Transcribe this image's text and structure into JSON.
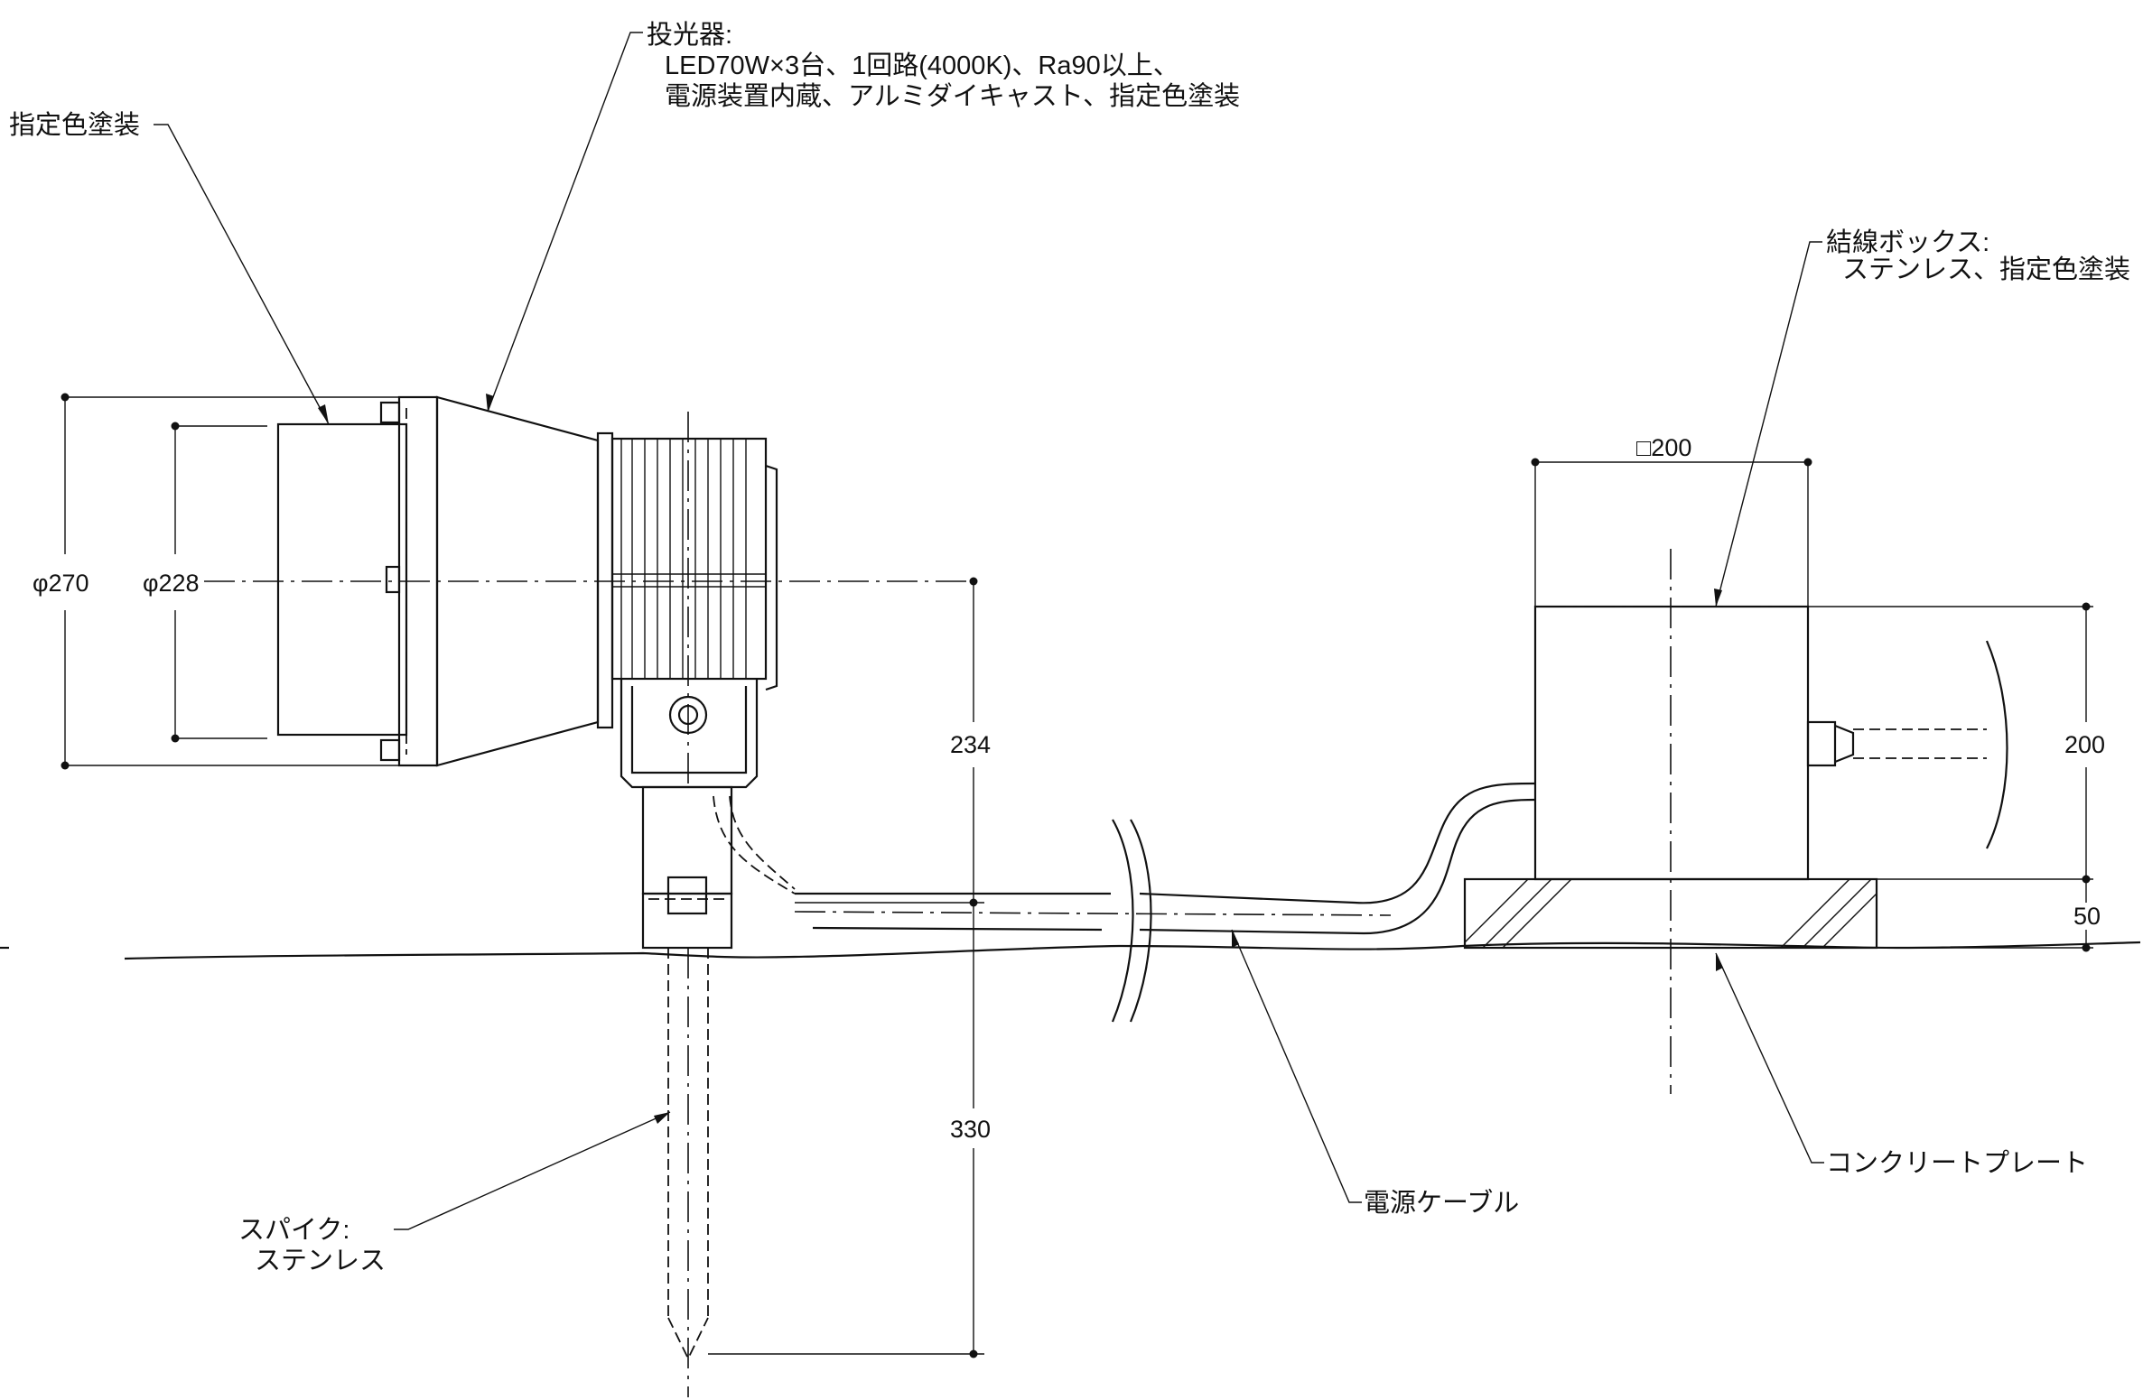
{
  "labels": {
    "paint_left": "指定色塗装",
    "floodlight_title": "投光器:",
    "floodlight_line1": "LED70W×3台、1回路(4000K)、Ra90以上、",
    "floodlight_line2": "電源装置内蔵、アルミダイキャスト、指定色塗装",
    "junction_title": "結線ボックス:",
    "junction_line1": "ステンレス、指定色塗装",
    "spike_title": "スパイク:",
    "spike_line1": "ステンレス",
    "cable": "電源ケーブル",
    "concrete": "コンクリートプレート"
  },
  "dimensions": {
    "outer_diameter": "φ270",
    "inner_diameter": "φ228",
    "box_size": "□200",
    "height_above": "234",
    "depth_below": "330",
    "box_height": "200",
    "plate_height": "50"
  }
}
